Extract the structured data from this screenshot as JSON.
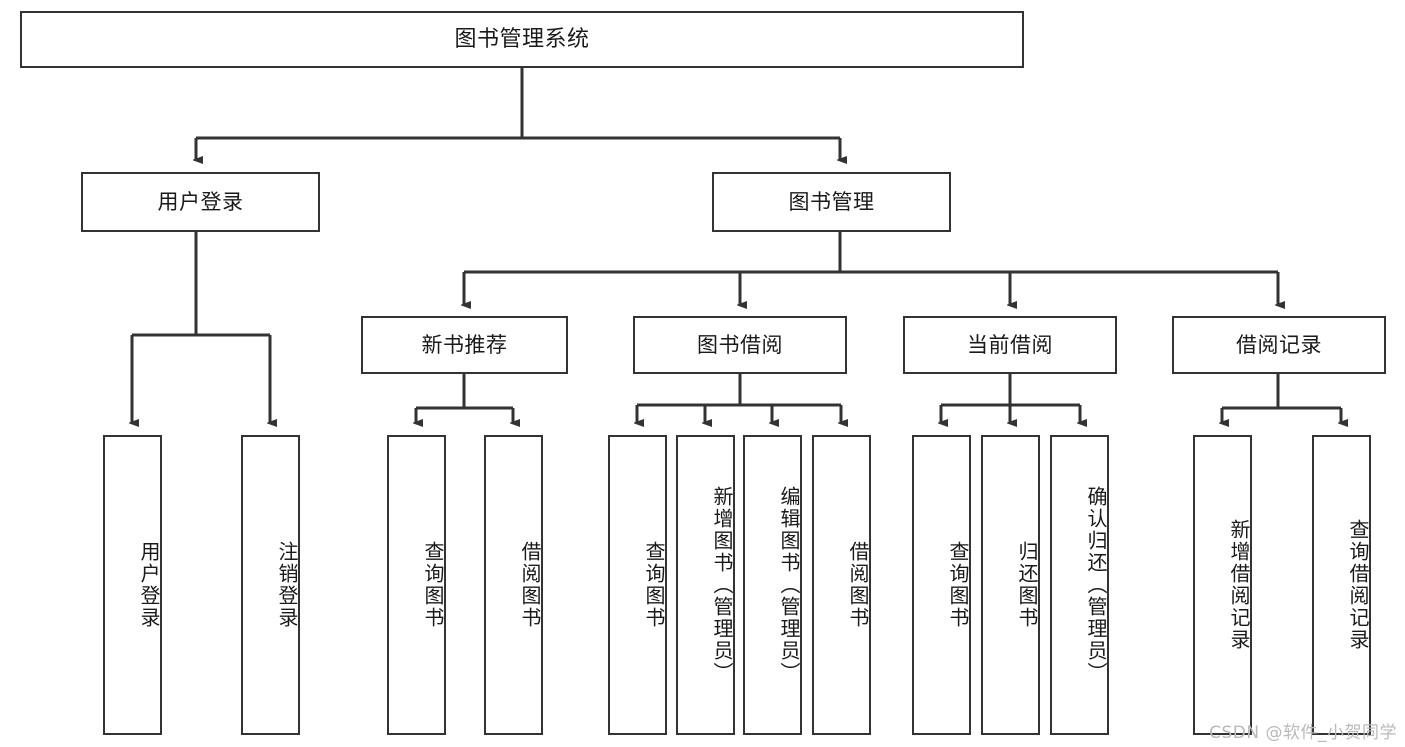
{
  "diagram": {
    "type": "tree",
    "title": "图书管理系统",
    "orientation": "top-down",
    "edge_style": "orthogonal-arrow",
    "colors": {
      "box_border": "#333333",
      "box_fill": "#ffffff",
      "edge": "#333333",
      "text": "#1a1a1a",
      "watermark": "#b9b9b9"
    }
  },
  "watermark": "CSDN @软件_小贺同学",
  "nodes": {
    "root": {
      "label": "图书管理系统"
    },
    "level1": [
      {
        "id": "user-login",
        "label": "用户登录"
      },
      {
        "id": "book-manage",
        "label": "图书管理"
      }
    ],
    "level2": [
      {
        "id": "new-book-recommend",
        "label": "新书推荐"
      },
      {
        "id": "book-borrow",
        "label": "图书借阅"
      },
      {
        "id": "current-borrow",
        "label": "当前借阅"
      },
      {
        "id": "borrow-record",
        "label": "借阅记录"
      }
    ],
    "leaves": {
      "user_login": [
        {
          "id": "leaf-user-login",
          "label": "用户登录"
        },
        {
          "id": "leaf-logout",
          "label": "注销登录"
        }
      ],
      "new_book_recommend": [
        {
          "id": "leaf-query-book-1",
          "label": "查询图书"
        },
        {
          "id": "leaf-borrow-book-1",
          "label": "借阅图书"
        }
      ],
      "book_borrow": [
        {
          "id": "leaf-query-book-2",
          "label": "查询图书"
        },
        {
          "id": "leaf-add-book",
          "label": "新增图书（管理员）"
        },
        {
          "id": "leaf-edit-book",
          "label": "编辑图书（管理员）"
        },
        {
          "id": "leaf-borrow-book-2",
          "label": "借阅图书"
        }
      ],
      "current_borrow": [
        {
          "id": "leaf-query-book-3",
          "label": "查询图书"
        },
        {
          "id": "leaf-return-book",
          "label": "归还图书"
        },
        {
          "id": "leaf-confirm-return",
          "label": "确认归还（管理员）"
        }
      ],
      "borrow_record": [
        {
          "id": "leaf-add-record",
          "label": "新增借阅记录"
        },
        {
          "id": "leaf-query-record",
          "label": "查询借阅记录"
        }
      ]
    }
  }
}
